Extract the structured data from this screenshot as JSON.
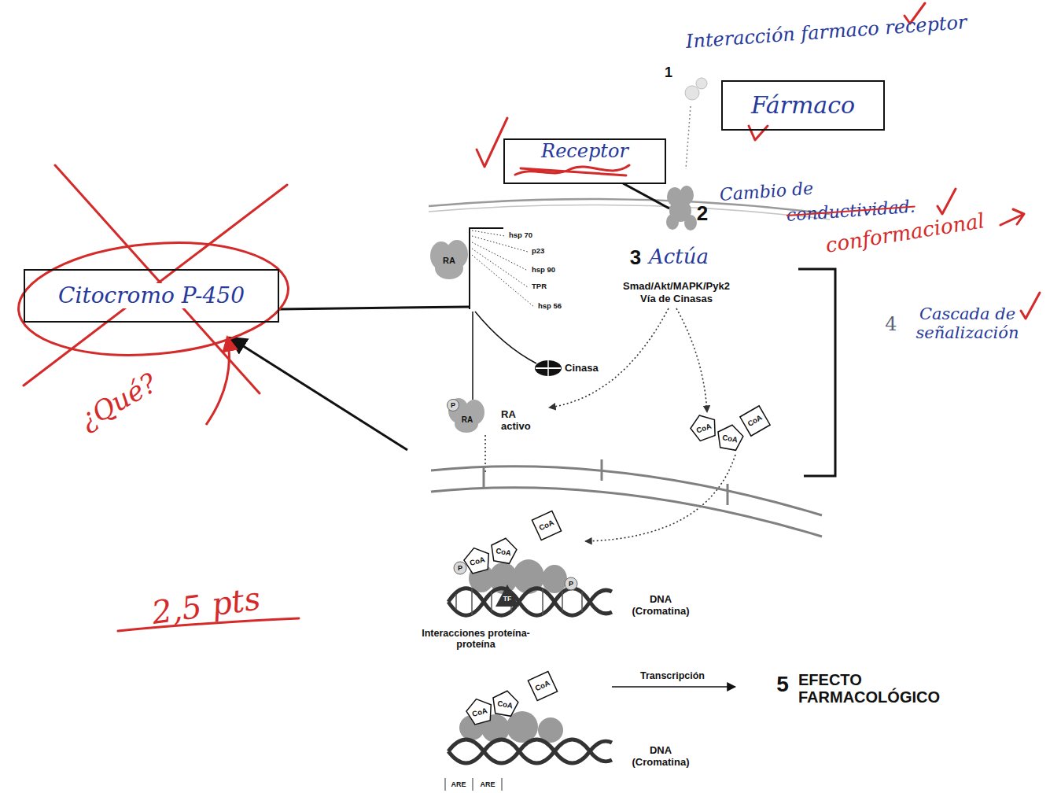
{
  "diagram": {
    "nodes": [
      {
        "text": [
          "Fármaco"
        ]
      },
      {
        "text": [
          "Receptor"
        ]
      },
      {
        "text": [
          "Citocromo P-450"
        ]
      }
    ],
    "labels": [
      "1",
      "Interacción farmaco receptor",
      "2",
      "Cambio de",
      "conductividad.",
      "conformacional",
      "3",
      "Actúa",
      "Smad/Akt/MAPK/Pyk2",
      "Vía de Cinasas",
      "4",
      "Cascada de señalización",
      "¿Qué?",
      "2,5 pts",
      "hsp 70",
      "p23",
      "hsp 90",
      "TPR",
      "hsp 56",
      "RA",
      "Cinasa",
      "P",
      "RA",
      "RA activo",
      "CoA",
      "CoA",
      "CoA",
      "CoA",
      "CoA",
      "CoA",
      "P",
      "P",
      "TF",
      "DNA (Cromatina)",
      "Interacciones proteína-proteína",
      "Transcripción",
      "5",
      "EFECTO FARMACOLÓGICO",
      "CoA",
      "CoA",
      "CoA",
      "DNA (Cromatina)",
      "ARE",
      "ARE"
    ]
  }
}
